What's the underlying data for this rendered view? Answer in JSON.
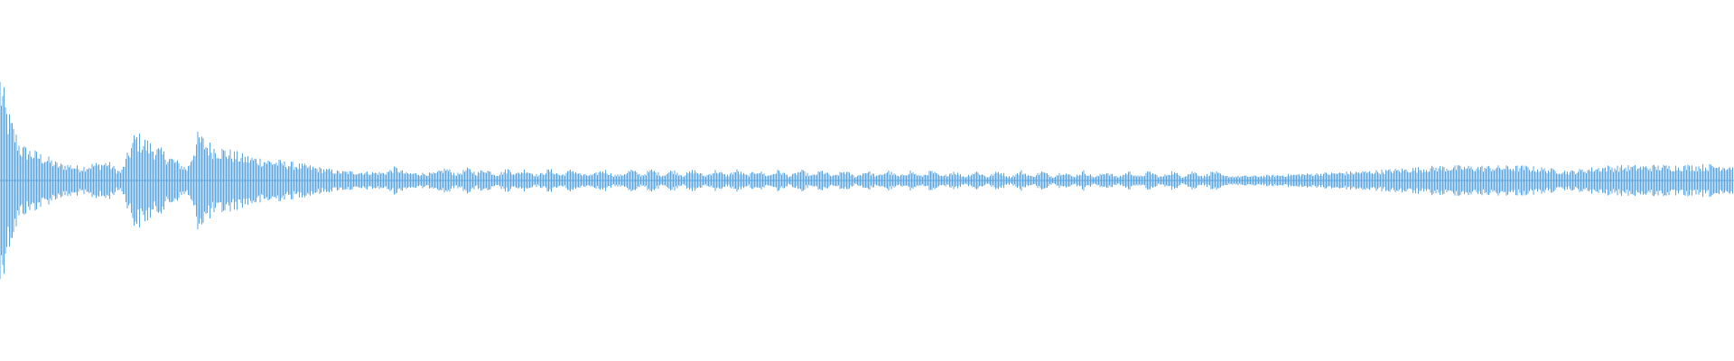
{
  "waveform": {
    "color": "#5aa6e0",
    "background": "#ffffff",
    "envelope": [
      {
        "t": 0.0,
        "amp": 0.68
      },
      {
        "t": 0.004,
        "amp": 0.45
      },
      {
        "t": 0.012,
        "amp": 0.22
      },
      {
        "t": 0.025,
        "amp": 0.16
      },
      {
        "t": 0.04,
        "amp": 0.07
      },
      {
        "t": 0.055,
        "amp": 0.11
      },
      {
        "t": 0.07,
        "amp": 0.06
      },
      {
        "t": 0.078,
        "amp": 0.3
      },
      {
        "t": 0.092,
        "amp": 0.2
      },
      {
        "t": 0.108,
        "amp": 0.08
      },
      {
        "t": 0.114,
        "amp": 0.26
      },
      {
        "t": 0.14,
        "amp": 0.16
      },
      {
        "t": 0.175,
        "amp": 0.1
      },
      {
        "t": 0.195,
        "amp": 0.06
      },
      {
        "t": 0.23,
        "amp": 0.05
      },
      {
        "t": 0.3,
        "amp": 0.04
      },
      {
        "t": 0.4,
        "amp": 0.035
      },
      {
        "t": 0.5,
        "amp": 0.03
      },
      {
        "t": 0.65,
        "amp": 0.025
      },
      {
        "t": 0.725,
        "amp": 0.03
      },
      {
        "t": 0.79,
        "amp": 0.06
      },
      {
        "t": 0.83,
        "amp": 0.09
      },
      {
        "t": 0.88,
        "amp": 0.09
      },
      {
        "t": 0.905,
        "amp": 0.06
      },
      {
        "t": 0.925,
        "amp": 0.09
      },
      {
        "t": 1.0,
        "amp": 0.1
      }
    ],
    "pulses": [
      0.04,
      0.062,
      0.115,
      0.228,
      0.257,
      0.27,
      0.28,
      0.293,
      0.303,
      0.317,
      0.33,
      0.348,
      0.364,
      0.376,
      0.388,
      0.4,
      0.413,
      0.425,
      0.437,
      0.449,
      0.462,
      0.474,
      0.487,
      0.5,
      0.512,
      0.525,
      0.537,
      0.55,
      0.563,
      0.576,
      0.589,
      0.601,
      0.613,
      0.625,
      0.638,
      0.651,
      0.663,
      0.676,
      0.688,
      0.7
    ]
  }
}
